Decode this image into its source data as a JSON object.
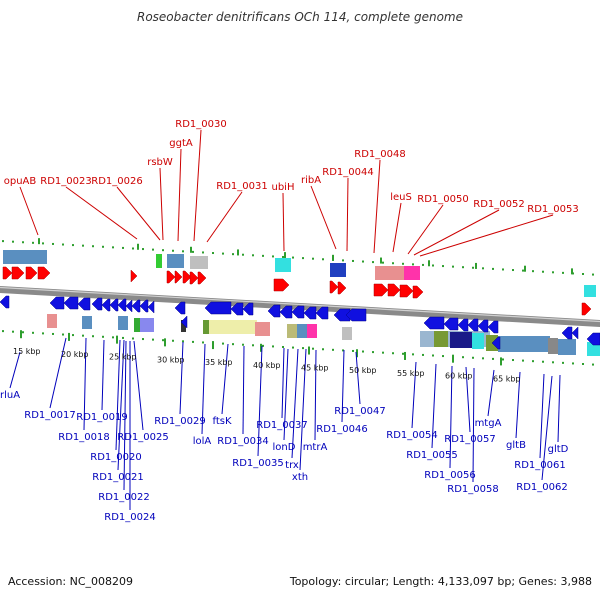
{
  "title": "Roseobacter denitrificans OCh 114, complete genome",
  "footer": {
    "accession": "Accession: NC_008209",
    "summary": "Topology: circular; Length: 4,133,097 bp; Genes: 3,988"
  },
  "colors": {
    "forward_gene": "#ff0000",
    "reverse_gene": "#1010e0",
    "forward_label": "#cc0000",
    "reverse_label": "#0000bb",
    "backbone": "#888888",
    "tick": "#2e9e2e"
  },
  "kbp_ticks": [
    {
      "label": "15 kbp",
      "kbp": 15
    },
    {
      "label": "20 kbp",
      "kbp": 20
    },
    {
      "label": "25 kbp",
      "kbp": 25
    },
    {
      "label": "30 kbp",
      "kbp": 30
    },
    {
      "label": "35 kbp",
      "kbp": 35
    },
    {
      "label": "40 kbp",
      "kbp": 40
    },
    {
      "label": "45 kbp",
      "kbp": 45
    },
    {
      "label": "50 kbp",
      "kbp": 50
    },
    {
      "label": "55 kbp",
      "kbp": 55
    },
    {
      "label": "60 kbp",
      "kbp": 60
    },
    {
      "label": "65 kbp",
      "kbp": 65
    }
  ],
  "forward_labels": [
    "opuAB",
    "RD1_0023",
    "RD1_0026",
    "rsbW",
    "ggtA",
    "RD1_0030",
    "RD1_0031",
    "ubiH",
    "ribA",
    "RD1_0044",
    "RD1_0048",
    "leuS",
    "RD1_0050",
    "RD1_0052",
    "RD1_0053"
  ],
  "reverse_labels": [
    "rluA",
    "RD1_0017",
    "RD1_0018",
    "RD1_0019",
    "RD1_0020",
    "RD1_0021",
    "RD1_0022",
    "RD1_0024",
    "RD1_0025",
    "RD1_0029",
    "lolA",
    "ftsK",
    "RD1_0034",
    "RD1_0035",
    "RD1_0037",
    "lonD",
    "trx",
    "xth",
    "mtrA",
    "RD1_0046",
    "RD1_0047",
    "RD1_0054",
    "RD1_0055",
    "RD1_0056",
    "RD1_0057",
    "RD1_0058",
    "mtgA",
    "gltB",
    "RD1_0061",
    "gltD",
    "RD1_0062"
  ]
}
